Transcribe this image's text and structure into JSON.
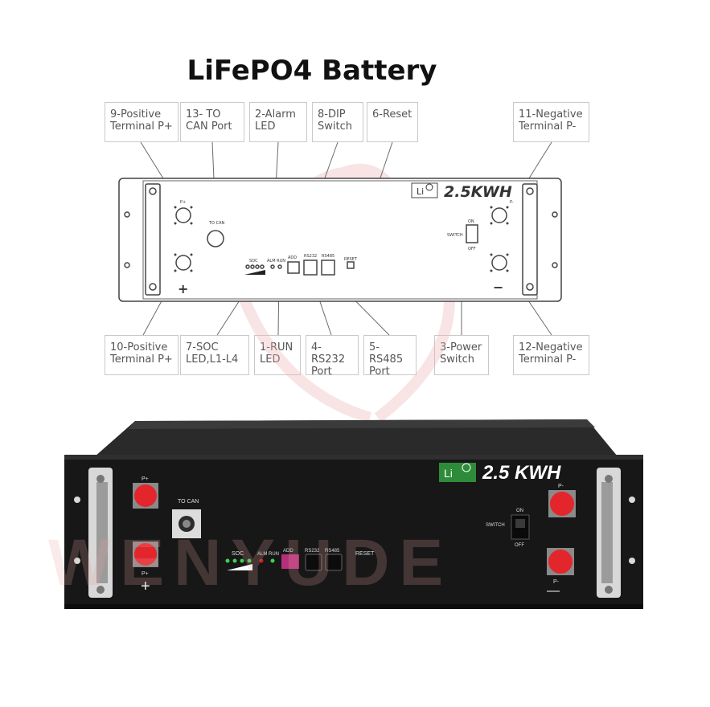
{
  "title": "LiFePO4 Battery",
  "watermark": "WENYUDE",
  "callouts": [
    {
      "id": "c9",
      "label": "9-Positive\nTerminal P+"
    },
    {
      "id": "c13",
      "label": "13- TO\nCAN Port"
    },
    {
      "id": "c2",
      "label": "2-Alarm\nLED"
    },
    {
      "id": "c8",
      "label": "8-DIP\nSwitch"
    },
    {
      "id": "c6",
      "label": "6-Reset"
    },
    {
      "id": "c11",
      "label": "11-Negative\nTerminal P-"
    },
    {
      "id": "c10",
      "label": "10-Positive\nTerminal P+"
    },
    {
      "id": "c7",
      "label": "7-SOC\nLED,L1-L4"
    },
    {
      "id": "c1",
      "label": "1-RUN\nLED"
    },
    {
      "id": "c4",
      "label": "4-RS232\nPort"
    },
    {
      "id": "c5",
      "label": "5-RS485\nPort"
    },
    {
      "id": "c3",
      "label": "3-Power\nSwitch"
    },
    {
      "id": "c12",
      "label": "12-Negative\nTerminal P-"
    }
  ],
  "diagram_labels": {
    "badge": "Li",
    "capacity": "2.5KWH",
    "to_can": "TO CAN",
    "soc": "SOC",
    "alm_run": "ALM RUN",
    "add": "ADD",
    "rs232": "RS232",
    "rs485": "RS485",
    "reset": "RESET",
    "switch": "SWITCH",
    "on": "ON",
    "off": "OFF",
    "plus": "+",
    "minus": "−",
    "p_pos": "P+",
    "p_neg": "P-"
  },
  "photo_labels": {
    "badge": "Li",
    "capacity": "2.5 KWH",
    "p_pos_top": "P+",
    "p_pos_bottom": "P+",
    "plus": "+",
    "to_can": "TO CAN",
    "soc": "SOC",
    "alm_run": "ALM RUN",
    "add": "ADD",
    "rs232": "RS232",
    "rs485": "RS485",
    "reset": "RESET",
    "switch": "SWITCH",
    "on": "ON",
    "off": "OFF",
    "p_neg_top": "P-",
    "p_neg_bottom": "P-",
    "minus": "—"
  },
  "colors": {
    "terminal_red": "#e3262c",
    "badge_green": "#2e8b3a",
    "panel_black": "#1a1a1a",
    "watermark": "#e9a3a3"
  }
}
